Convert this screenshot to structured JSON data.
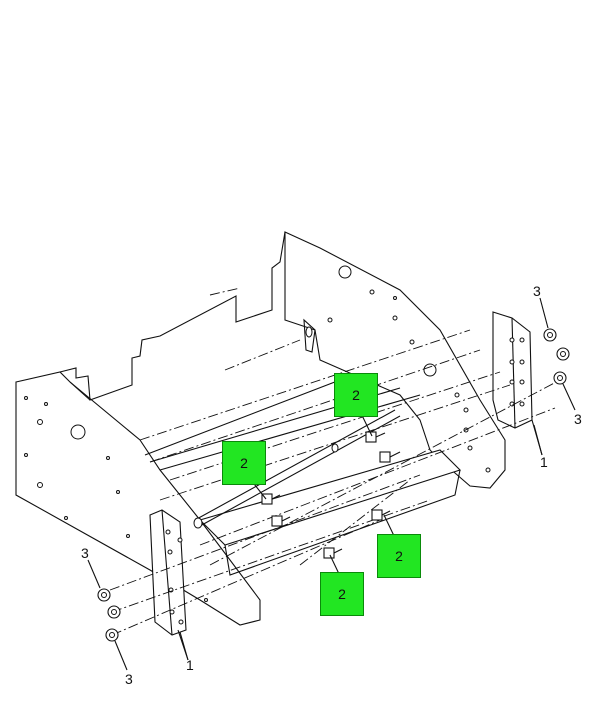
{
  "callouts": {
    "bolt_a": "2",
    "bolt_b": "2",
    "bolt_c": "2",
    "bolt_d": "2"
  },
  "labels": {
    "bracket_right": "1",
    "bracket_left": "1",
    "nut_top_right": "3",
    "nut_bottom_right": "3",
    "nut_upper_left": "3",
    "nut_lower_left": "3"
  },
  "colors": {
    "callout_fill": "#22e622",
    "line": "#111111"
  }
}
